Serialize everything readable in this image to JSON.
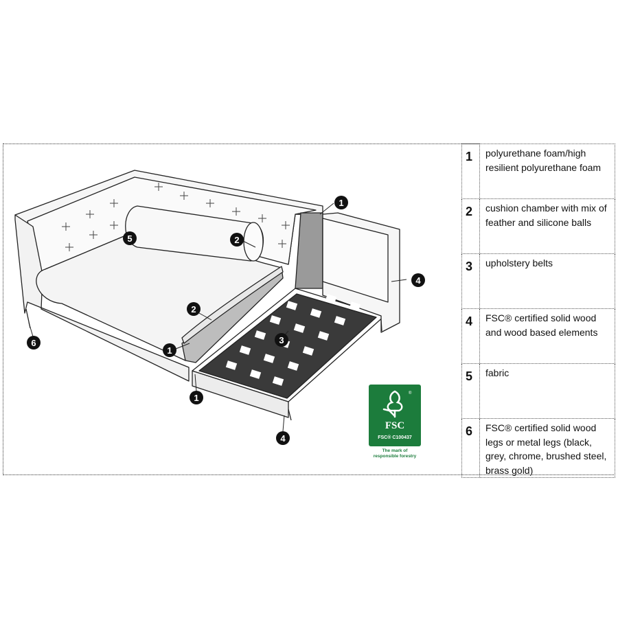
{
  "markers": [
    "1",
    "2",
    "3",
    "4",
    "5",
    "6"
  ],
  "legend": [
    {
      "num": "1",
      "text": "polyurethane foam/high resilient polyurethane foam"
    },
    {
      "num": "2",
      "text": "cushion chamber with mix of feather and silicone balls"
    },
    {
      "num": "3",
      "text": "upholstery belts"
    },
    {
      "num": "4",
      "text": "FSC® certified solid wood and wood based elements"
    },
    {
      "num": "5",
      "text": "fabric"
    },
    {
      "num": "6",
      "text": "FSC® certified solid wood legs or metal legs (black, grey, chrome, brushed steel, brass gold)"
    }
  ],
  "fsc": {
    "word": "FSC",
    "code": "FSC® C100437",
    "tagline_1": "The mark of",
    "tagline_2": "responsible forestry"
  },
  "colors": {
    "fsc_green": "#1c7c3c",
    "line": "#222222",
    "fabric_fill": "#f4f4f4",
    "foam_fill": "#9a9a9a",
    "belt_fill": "#3a3a3a"
  }
}
